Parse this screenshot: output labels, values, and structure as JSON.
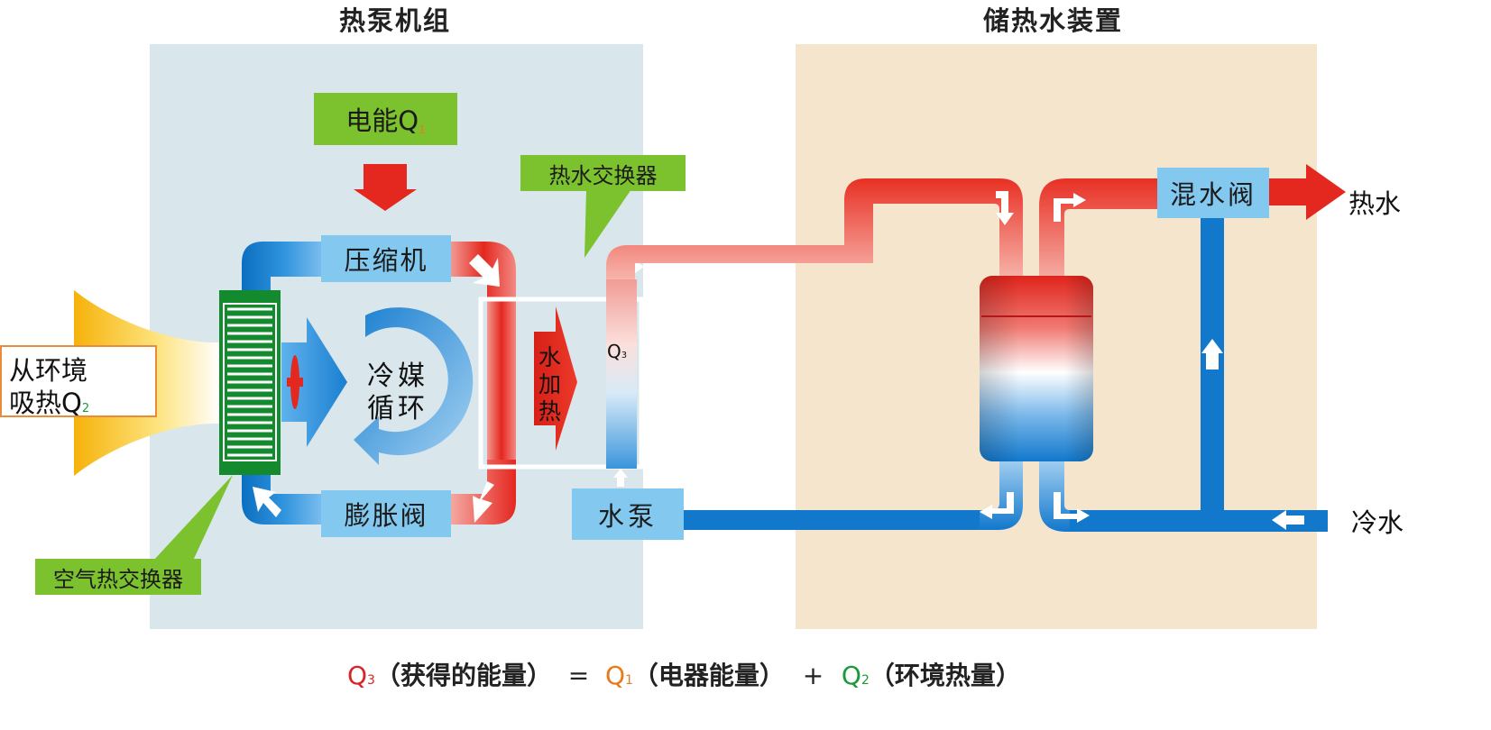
{
  "titles": {
    "heat_pump_unit": "热泵机组",
    "hot_water_storage": "储热水装置"
  },
  "labels": {
    "electric_energy": "电能Q",
    "electric_energy_sub": "1",
    "hot_water_exchanger": "热水交换器",
    "compressor": "压缩机",
    "expansion_valve": "膨胀阀",
    "refrigerant_cycle_line1": "冷媒",
    "refrigerant_cycle_line2": "循环",
    "water_heating_1": "水",
    "water_heating_2": "加",
    "water_heating_3": "热",
    "q3": "Q",
    "q3_sub": "3",
    "water_pump": "水泵",
    "air_exchanger": "空气热交换器",
    "absorb_line1": "从环境",
    "absorb_line2": "吸热Q",
    "absorb_sub": "2",
    "mixing_valve": "混水阀",
    "hot_water": "热水",
    "cold_water": "冷水"
  },
  "formula": {
    "q3": "Q",
    "q3_sub": "3",
    "q3_desc": "（获得的能量）",
    "equals": "=",
    "q1": "Q",
    "q1_sub": "1",
    "q1_desc": "（电器能量）",
    "plus": "+",
    "q2": "Q",
    "q2_sub": "2",
    "q2_desc": "（环境热量）"
  },
  "colors": {
    "hot": "#e4271f",
    "cold": "#1080d0",
    "label_green": "#7cc12e",
    "box_blue": "#83c8ef",
    "unit_bg": "#d9e6ec",
    "storage_bg": "#f5e5cd",
    "q1_color": "#e87a1c",
    "q2_color": "#1a9a3a",
    "q3_color": "#d6262a"
  }
}
